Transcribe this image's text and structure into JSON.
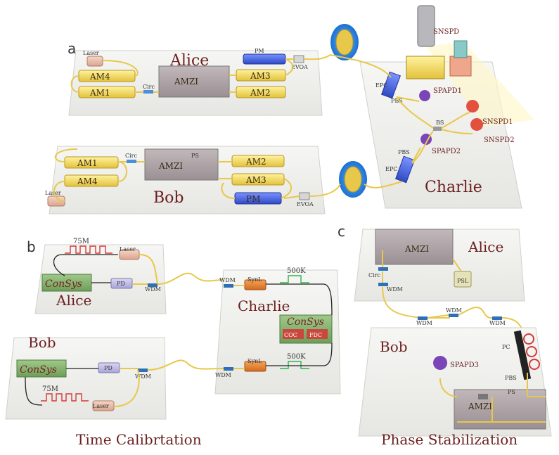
{
  "panels": {
    "a": "a",
    "b": "b",
    "c": "c"
  },
  "a": {
    "alice_title": "Alice",
    "bob_title": "Bob",
    "charlie_title": "Charlie",
    "laser": "Laser",
    "am1": "AM1",
    "am2": "AM2",
    "am3": "AM3",
    "am4": "AM4",
    "amzi": "AMZI",
    "pm": "PM",
    "circ": "Circ",
    "evoa": "EVOA",
    "ps": "PS",
    "snspd": "SNSPD",
    "snspd1": "SNSPD1",
    "snspd2": "SNSPD2",
    "spapd1": "SPAPD1",
    "spapd2": "SPAPD2",
    "epc": "EPC",
    "pbs": "PBS",
    "bs": "BS"
  },
  "b": {
    "alice_title": "Alice",
    "bob_title": "Bob",
    "charlie_title": "Charlie",
    "signal_75m": "75M",
    "signal_500k": "500K",
    "laser": "Laser",
    "consys": "ConSys",
    "pd": "PD",
    "wdm": "WDM",
    "synl": "SynL",
    "coc": "COC",
    "fdc": "FDC",
    "caption": "Time Calibrtation"
  },
  "c": {
    "alice_title": "Alice",
    "bob_title": "Bob",
    "amzi": "AMZI",
    "circ": "Circ",
    "wdm": "WDM",
    "psl": "PSL",
    "pc": "PC",
    "pbs": "PBS",
    "ps": "PS",
    "spapd3": "SPAPD3",
    "caption": "Phase Stabilization"
  }
}
